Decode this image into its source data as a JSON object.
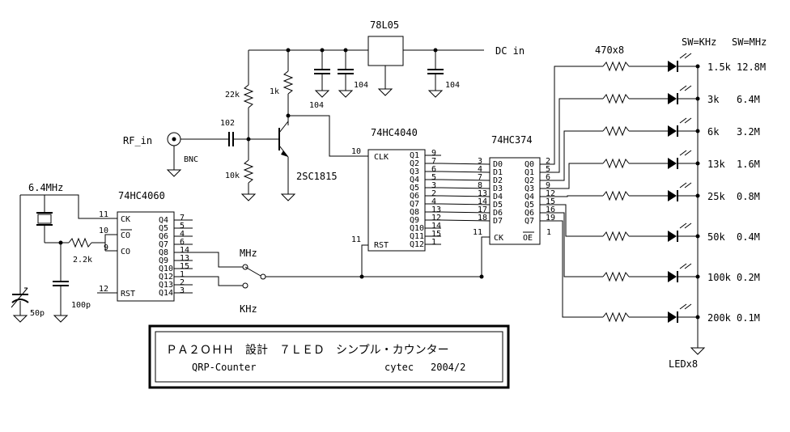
{
  "supply": {
    "regulator": "78L05",
    "dc_in": "DC in",
    "cap_104_a": "104",
    "cap_104_b": "104",
    "cap_104_c": "104"
  },
  "input": {
    "rf_in": "RF_in",
    "bnc": "BNC",
    "cap_102": "102",
    "r_22k": "22k",
    "r_10k": "10k",
    "r_1k": "1k",
    "transistor": "2SC1815"
  },
  "osc": {
    "crystal": "6.4MHz",
    "r_2_2k": "2.2k",
    "trimmer": "50p",
    "cap_100p": "100p"
  },
  "ic4060": {
    "name": "74HC4060",
    "ck": "CK",
    "co_bar": "CO",
    "co": "CO",
    "rst": "RST",
    "pin_ck": "11",
    "pin_cobar": "10",
    "pin_co": "9",
    "pin_rst": "12",
    "outputs": [
      "Q4",
      "Q5",
      "Q6",
      "Q7",
      "Q8",
      "Q9",
      "Q10",
      "Q12",
      "Q13",
      "Q14"
    ],
    "out_pins": [
      "7",
      "5",
      "4",
      "6",
      "14",
      "13",
      "15",
      "1",
      "2",
      "3"
    ]
  },
  "ic4040": {
    "name": "74HC4040",
    "clk": "CLK",
    "rst": "RST",
    "pin_clk": "10",
    "pin_rst": "11",
    "outputs": [
      "Q1",
      "Q2",
      "Q3",
      "Q4",
      "Q5",
      "Q6",
      "Q7",
      "Q8",
      "Q9",
      "Q10",
      "Q11",
      "Q12"
    ],
    "out_pins": [
      "9",
      "7",
      "6",
      "5",
      "3",
      "2",
      "4",
      "13",
      "12",
      "14",
      "15",
      "1"
    ]
  },
  "ic374": {
    "name": "74HC374",
    "inputs": [
      "D0",
      "D1",
      "D2",
      "D3",
      "D4",
      "D5",
      "D6",
      "D7"
    ],
    "in_pins": [
      "3",
      "4",
      "7",
      "8",
      "13",
      "14",
      "17",
      "18"
    ],
    "outputs": [
      "Q0",
      "Q1",
      "Q2",
      "Q3",
      "Q4",
      "Q5",
      "Q6",
      "Q7"
    ],
    "out_pins": [
      "2",
      "5",
      "6",
      "9",
      "12",
      "15",
      "16",
      "19"
    ],
    "ck": "CK",
    "oe": "OE",
    "pin_ck": "11",
    "pin_oe": "1"
  },
  "switch": {
    "mhz": "MHz",
    "khz": "KHz"
  },
  "leds": {
    "resistor": "470x8",
    "header_khz": "SW=KHz",
    "header_mhz": "SW=MHz",
    "footer": "LEDx8",
    "khz_values": [
      "1.5k",
      "3k",
      "6k",
      "13k",
      "25k",
      "50k",
      "100k",
      "200k"
    ],
    "mhz_values": [
      "12.8M",
      "6.4M",
      "3.2M",
      "1.6M",
      "0.8M",
      "0.4M",
      "0.2M",
      "0.1M"
    ]
  },
  "titleblock": {
    "line1": "ＰＡ２ＯＨＨ　設計　７ＬＥＤ　シンプル・カウンター",
    "name": "QRP-Counter",
    "author": "cytec",
    "date": "2004/2"
  }
}
